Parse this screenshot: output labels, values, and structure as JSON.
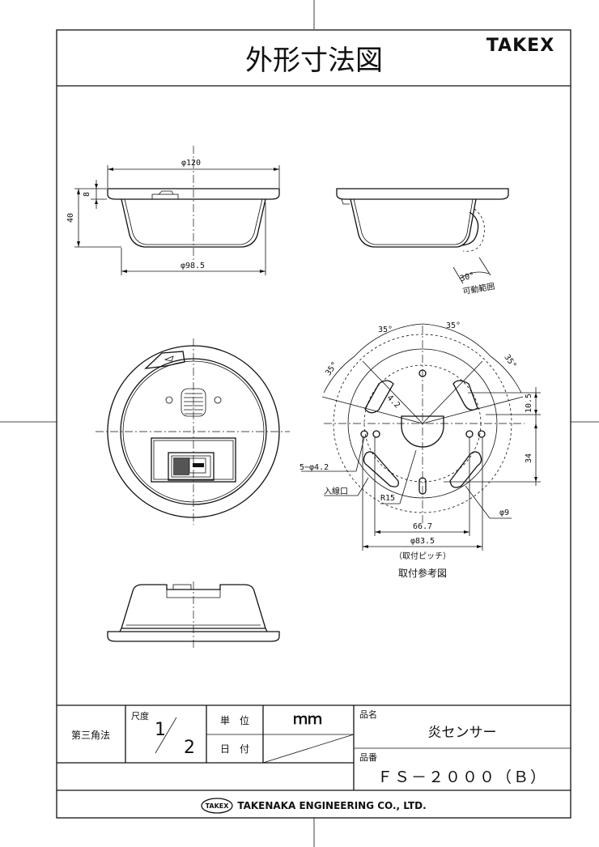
{
  "title": "外形寸法図",
  "brand": "TAKEX",
  "dimensions": {
    "dia_top": "φ120",
    "dia_bottom": "φ98.5",
    "height": "40",
    "rim": "8",
    "angle": "30°",
    "movable_range": "可動範囲",
    "ang_1": "35°",
    "ang_2": "35°",
    "ang_3": "35°",
    "ang_4": "35°",
    "dim_4_2": "4.2",
    "dim_10_5": "10.5",
    "dim_34": "34",
    "holes": "5−φ4.2",
    "inlet": "入線口",
    "r15": "R15",
    "phi9": "φ9",
    "pitch_66_7": "66.7",
    "pitch_83_5": "φ83.5",
    "pitch_note": "（取付ピッチ）",
    "mount_ref": "取付参考図"
  },
  "title_block": {
    "projection": "第三角法",
    "scale_label": "尺度",
    "scale_num": "1",
    "scale_den": "2",
    "unit_label": "単　位",
    "unit_value": "ｍｍ",
    "date_label": "日　付",
    "name_label": "品名",
    "name_value": "炎センサー",
    "part_label": "品番",
    "part_value": "ＦＳ－２０００（Ｂ）",
    "company_badge": "TAKEX",
    "company": "TAKENAKA ENGINEERING CO., LTD."
  }
}
